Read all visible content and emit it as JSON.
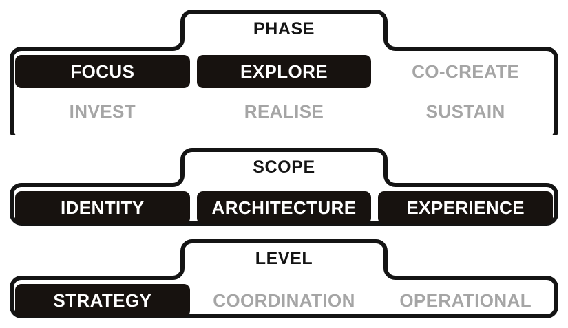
{
  "theme": {
    "background": "#ffffff",
    "outline": "#141414",
    "selected_fill": "#17120f",
    "selected_text": "#ffffff",
    "unselected_text": "#a5a5a5",
    "tab_label_text": "#141414"
  },
  "panels": [
    {
      "id": "phase",
      "tab_label": "PHASE",
      "rows": [
        {
          "id": "phase-row-1",
          "cells": [
            {
              "label": "FOCUS",
              "selected": true
            },
            {
              "label": "EXPLORE",
              "selected": true
            },
            {
              "label": "CO-CREATE",
              "selected": false
            }
          ]
        },
        {
          "id": "phase-row-2",
          "cells": [
            {
              "label": "INVEST",
              "selected": false
            },
            {
              "label": "REALISE",
              "selected": false
            },
            {
              "label": "SUSTAIN",
              "selected": false
            }
          ]
        }
      ]
    },
    {
      "id": "scope",
      "tab_label": "SCOPE",
      "rows": [
        {
          "id": "scope-row-1",
          "cells": [
            {
              "label": "IDENTITY",
              "selected": true
            },
            {
              "label": "ARCHITECTURE",
              "selected": true
            },
            {
              "label": "EXPERIENCE",
              "selected": true
            }
          ]
        }
      ]
    },
    {
      "id": "level",
      "tab_label": "LEVEL",
      "rows": [
        {
          "id": "level-row-1",
          "cells": [
            {
              "label": "STRATEGY",
              "selected": true
            },
            {
              "label": "COORDINATION",
              "selected": false
            },
            {
              "label": "OPERATIONAL",
              "selected": false
            }
          ]
        }
      ]
    }
  ]
}
